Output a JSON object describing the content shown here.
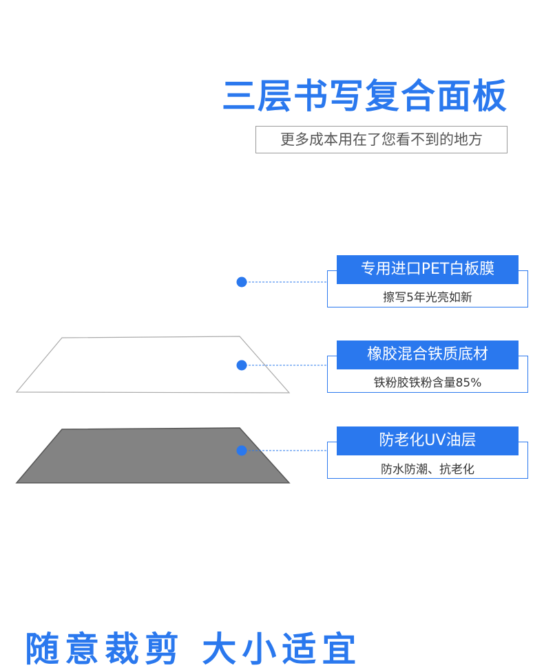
{
  "header": {
    "title": "三层书写复合面板",
    "subtitle": "更多成本用在了您看不到的地方"
  },
  "layers": [
    {
      "title": "专用进口PET白板膜",
      "desc": "擦写5年光亮如新"
    },
    {
      "title": "橡胶混合铁质底材",
      "desc": "铁粉胶铁粉含量85%"
    },
    {
      "title": "防老化UV油层",
      "desc": "防水防潮、抗老化"
    }
  ],
  "footer": {
    "title": "随意裁剪  大小适宜"
  },
  "colors": {
    "accent": "#2a78ee",
    "plate_light": "#ffffff",
    "plate_dark": "#838383"
  }
}
